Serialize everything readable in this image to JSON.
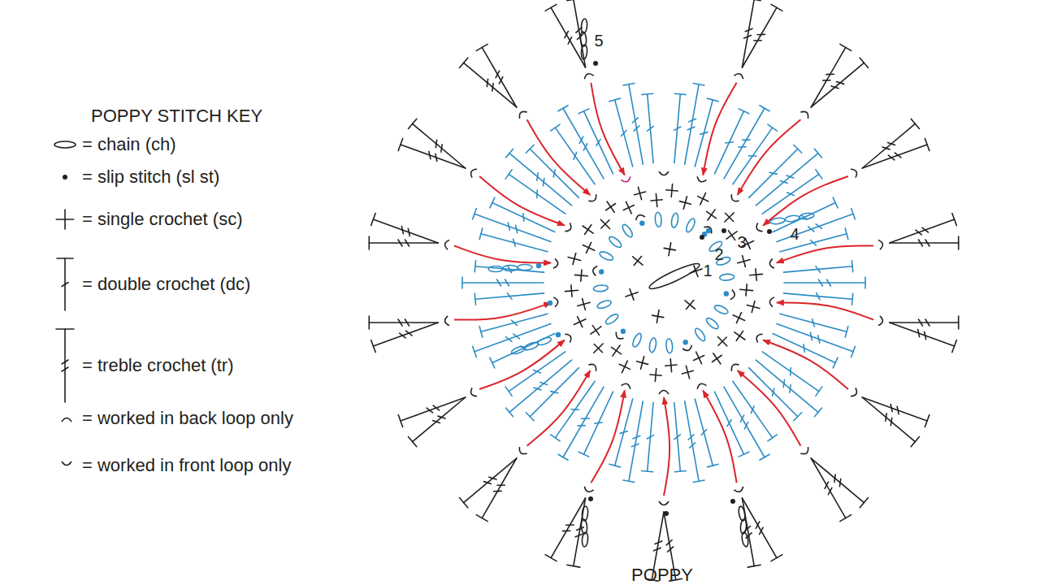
{
  "diagram": {
    "title": "POPPY STITCH KEY",
    "caption": "POPPY",
    "labels": [
      "1",
      "2",
      "3",
      "4",
      "5"
    ],
    "legend": [
      {
        "text": "= chain (ch)"
      },
      {
        "text": "= slip stitch (sl st)"
      },
      {
        "text": "= single crochet (sc)"
      },
      {
        "text": "= double crochet (dc)"
      },
      {
        "text": "= treble crochet (tr)"
      },
      {
        "text": "= worked in back loop only"
      },
      {
        "text": "= worked in front loop only"
      }
    ]
  }
}
